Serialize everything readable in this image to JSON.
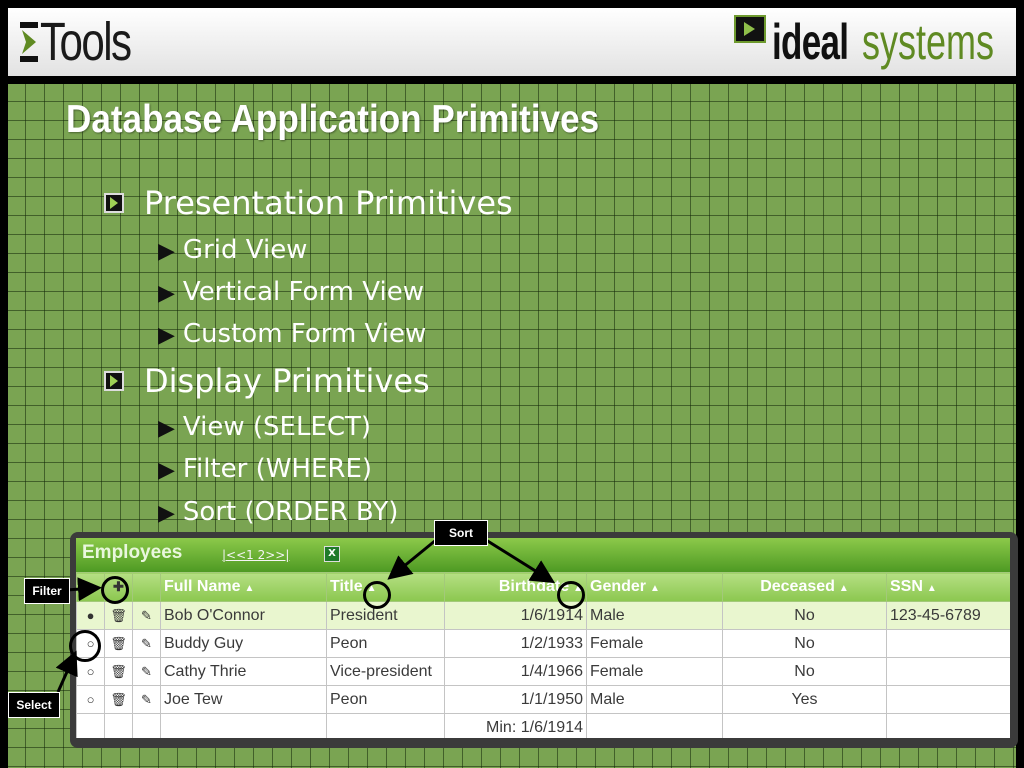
{
  "header": {
    "left_logo": "Tools",
    "right_logo_ideal": "ideal",
    "right_logo_systems": "systems"
  },
  "slide": {
    "title": "Database Application Primitives",
    "sections": [
      {
        "label": "Presentation Primitives",
        "items": [
          "Grid View",
          "Vertical Form View",
          "Custom Form View"
        ]
      },
      {
        "label": "Display Primitives",
        "items": [
          "View (SELECT)",
          "Filter (WHERE)",
          "Sort (ORDER BY)"
        ]
      }
    ]
  },
  "grid": {
    "title": "Employees",
    "pager": "|<<1 2>>|",
    "excel_icon": "X",
    "columns": [
      "Full Name",
      "Title",
      "Birthdate",
      "Gender",
      "Deceased",
      "SSN"
    ],
    "rows": [
      {
        "name": "Bob O'Connor",
        "title": "President",
        "birthdate": "1/6/1914",
        "gender": "Male",
        "deceased": "No",
        "ssn": "123-45-6789"
      },
      {
        "name": "Buddy Guy",
        "title": "Peon",
        "birthdate": "1/2/1933",
        "gender": "Female",
        "deceased": "No",
        "ssn": ""
      },
      {
        "name": "Cathy Thrie",
        "title": "Vice-president",
        "birthdate": "1/4/1966",
        "gender": "Female",
        "deceased": "No",
        "ssn": ""
      },
      {
        "name": "Joe Tew",
        "title": "Peon",
        "birthdate": "1/1/1950",
        "gender": "Male",
        "deceased": "Yes",
        "ssn": ""
      }
    ],
    "footer": {
      "birthdate": "Min: 1/6/1914"
    }
  },
  "callouts": {
    "filter": "Filter",
    "sort": "Sort",
    "select": "Select"
  }
}
